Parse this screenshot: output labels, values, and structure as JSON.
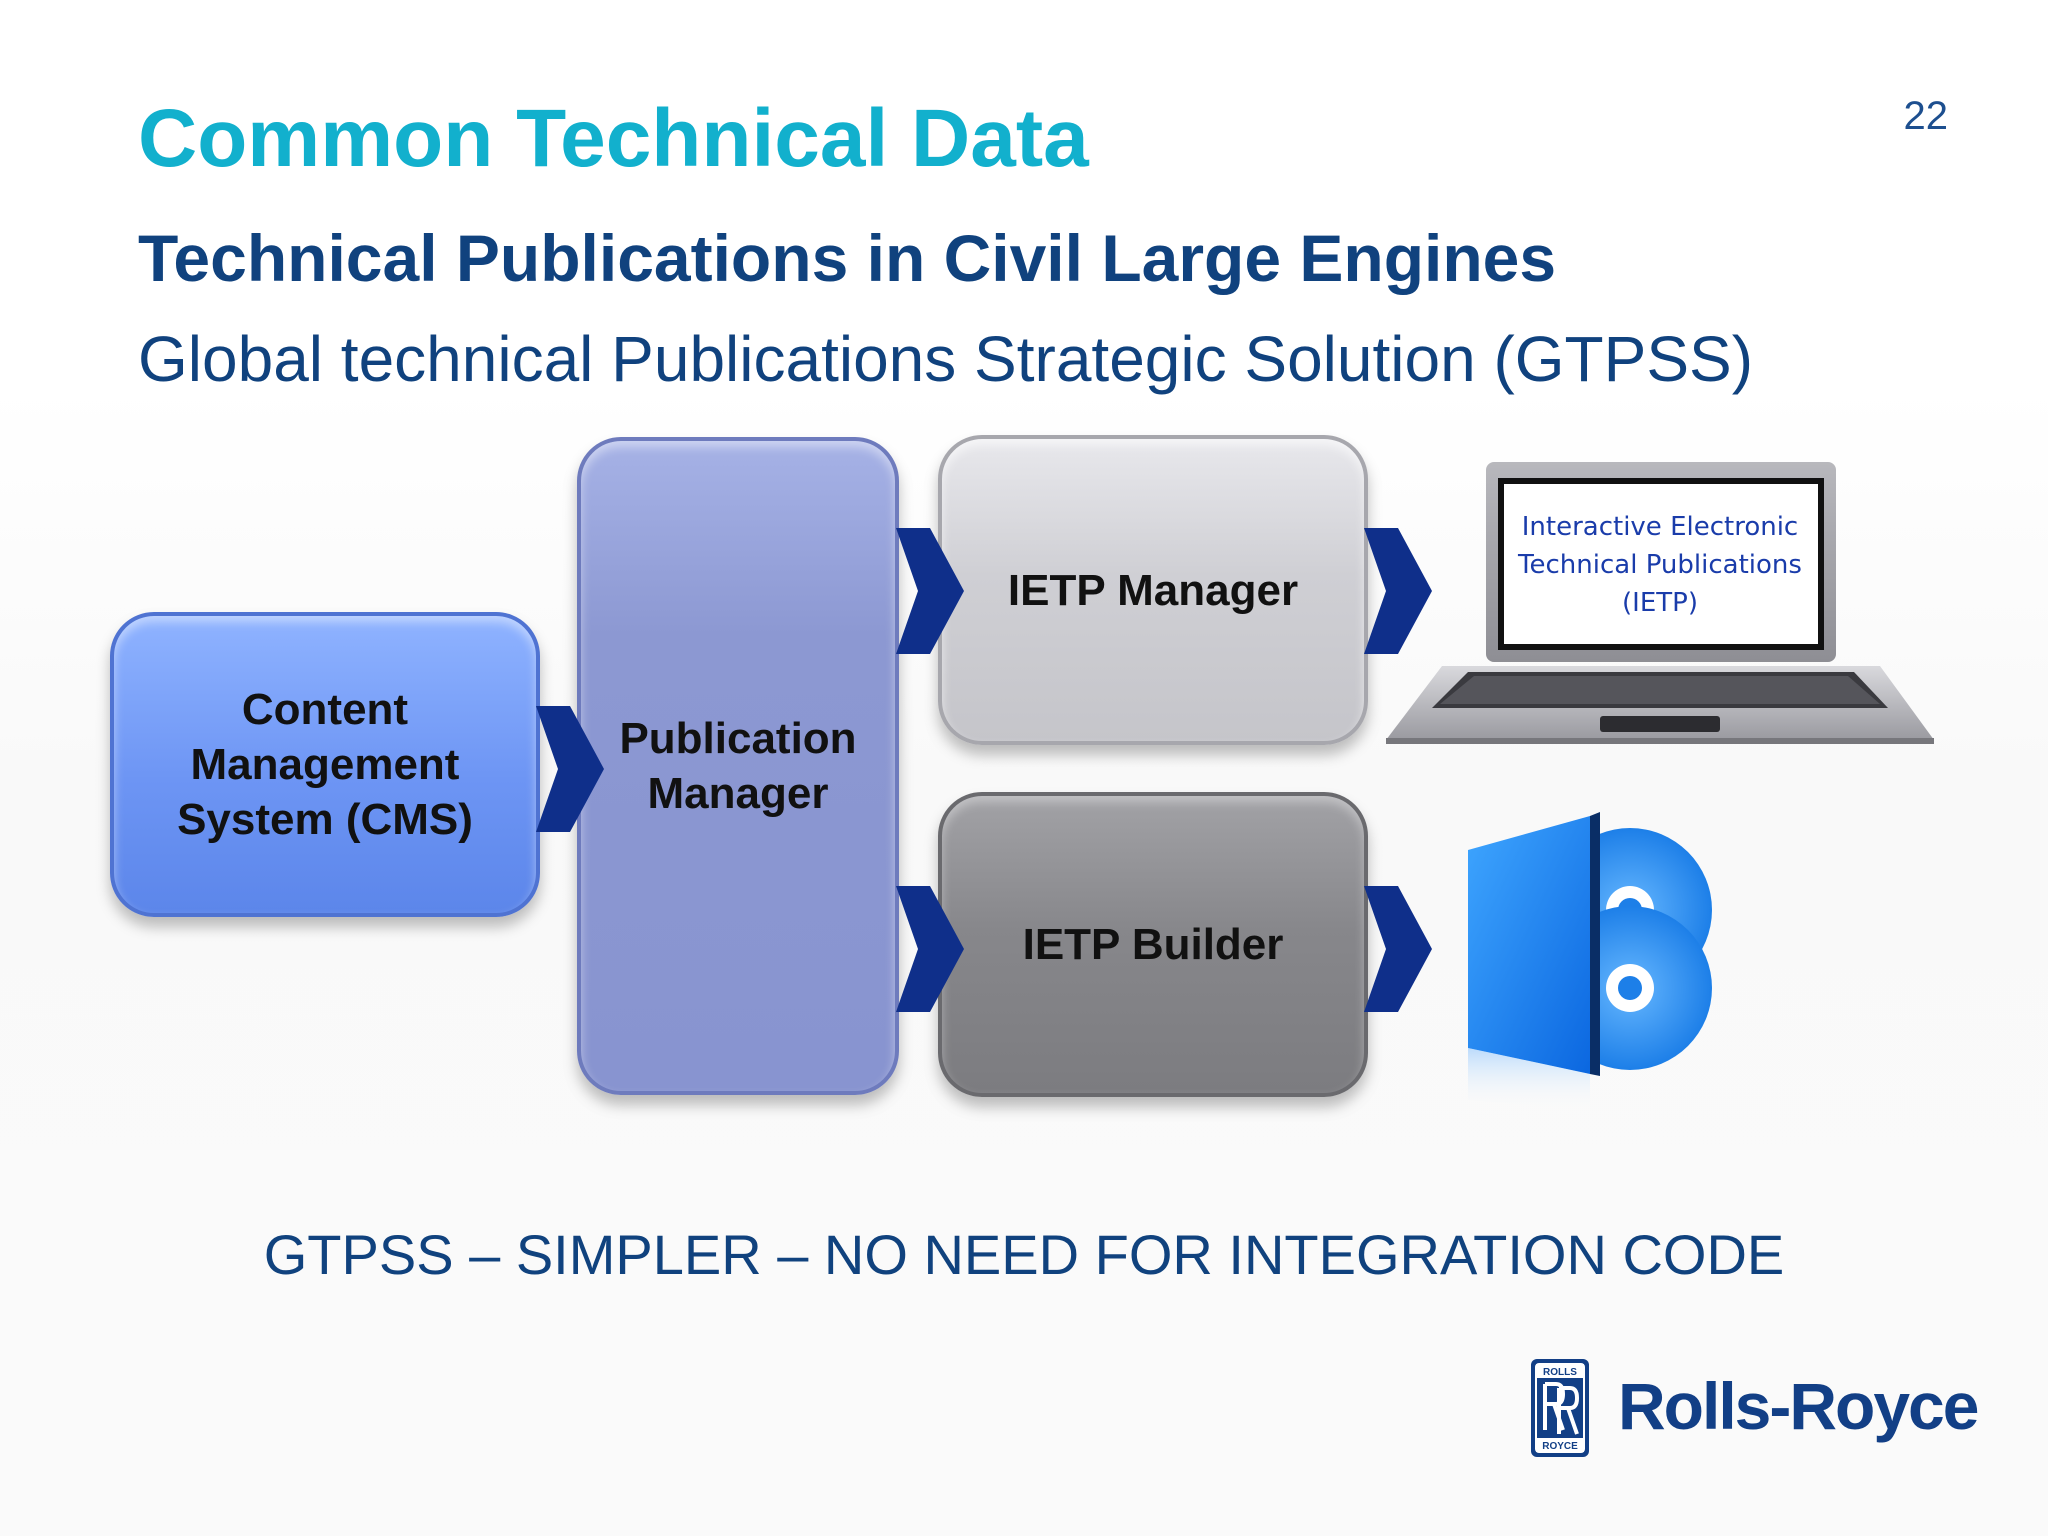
{
  "header": {
    "title": "Common Technical Data",
    "page_number": "22",
    "subtitle": "Technical Publications in Civil Large Engines",
    "subtitle2": "Global technical Publications Strategic Solution (GTPSS)"
  },
  "diagram": {
    "cms": "Content\nManagement\nSystem (CMS)",
    "publication_manager": "Publication\nManager",
    "ietp_manager": "IETP Manager",
    "ietp_builder": "IETP Builder",
    "laptop_screen": "Interactive Electronic\nTechnical Publications\n(IETP)"
  },
  "footer": {
    "tagline": "GTPSS – SIMPLER – NO NEED FOR INTEGRATION CODE",
    "logo_text": "Rolls-Royce",
    "logo_badge_top": "ROLLS",
    "logo_badge_bottom": "ROYCE"
  },
  "colors": {
    "title": "#12b0cd",
    "heading": "#10427e",
    "arrow": "#0f2f8a",
    "cms": "#6d95f4",
    "publication_manager": "#8c98d2",
    "ietp_manager": "#cfcfd4",
    "ietp_builder": "#87878b"
  },
  "icons": [
    "laptop-icon",
    "dvd-case-icon",
    "disc-icon",
    "rolls-royce-badge-icon"
  ]
}
